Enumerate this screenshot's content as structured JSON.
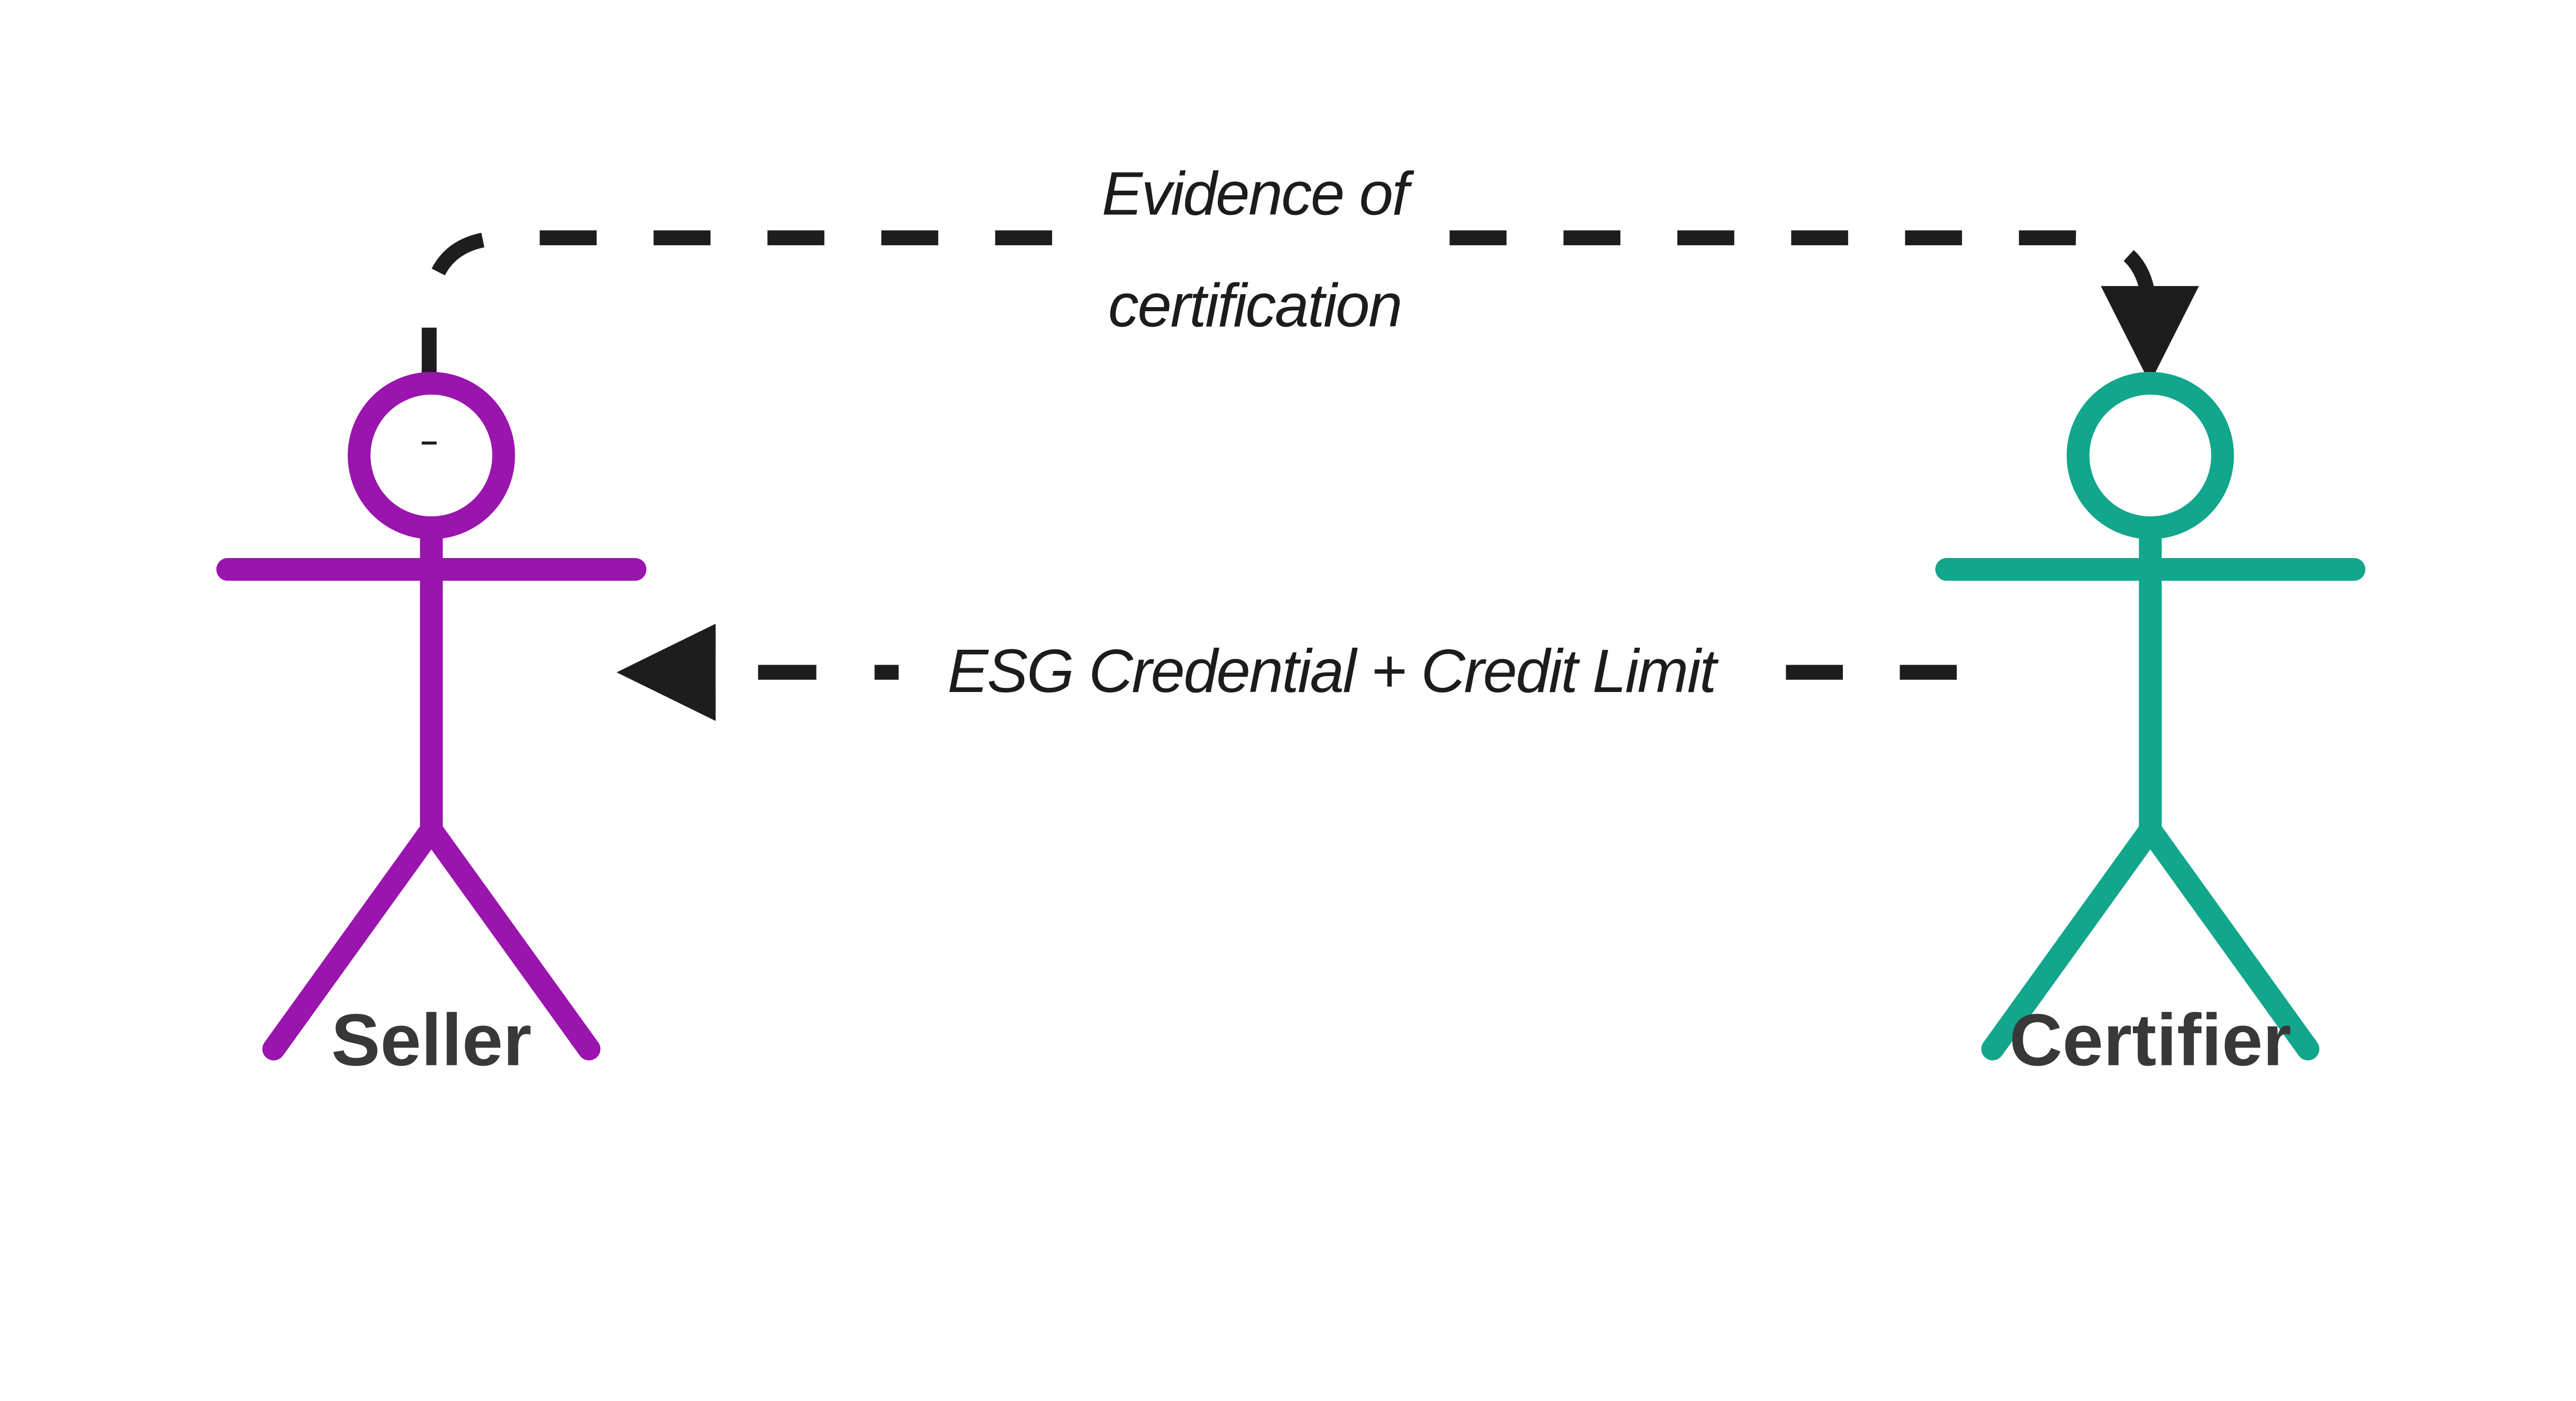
{
  "actors": {
    "seller": {
      "label": "Seller",
      "color": "#9a14ae"
    },
    "certifier": {
      "label": "Certifier",
      "color": "#12a68c"
    }
  },
  "messages": {
    "evidence": {
      "text": "Evidence of certification",
      "line1": "Evidence of",
      "line2": "certification",
      "from": "seller",
      "to": "certifier",
      "line_style": "dashed"
    },
    "credential": {
      "text": "ESG Credential + Credit Limit",
      "from": "certifier",
      "to": "seller",
      "line_style": "dashed"
    }
  },
  "colors": {
    "background": "#ffffff",
    "arrow": "#1d1d1d",
    "message_text": "#1c1c1c",
    "actor_label": "#383838"
  }
}
